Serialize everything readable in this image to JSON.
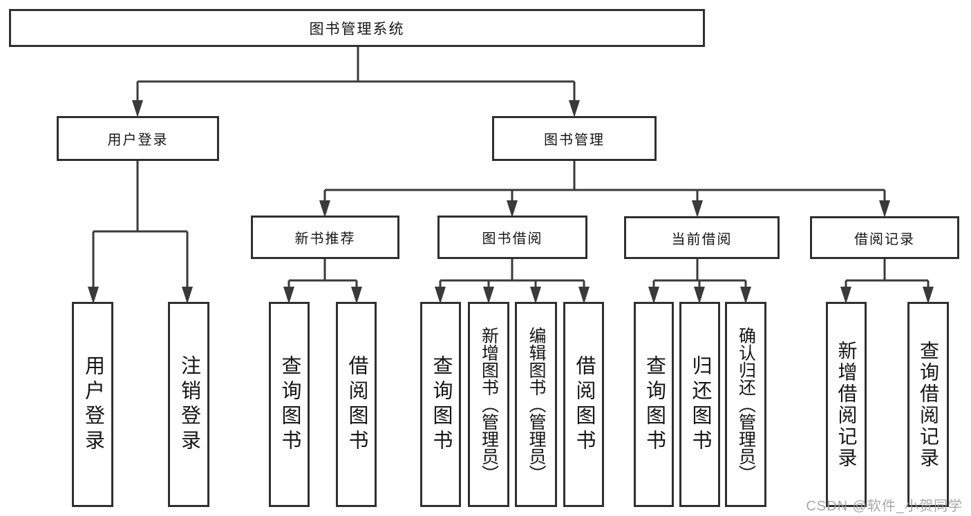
{
  "diagram": {
    "root": {
      "label": "图书管理系统"
    },
    "branches": [
      {
        "label": "用户登录",
        "children": [
          {
            "label": "用户登录"
          },
          {
            "label": "注销登录"
          }
        ]
      },
      {
        "label": "图书管理",
        "children": [
          {
            "label": "新书推荐",
            "children": [
              {
                "label": "查询图书"
              },
              {
                "label": "借阅图书"
              }
            ]
          },
          {
            "label": "图书借阅",
            "children": [
              {
                "label": "查询图书"
              },
              {
                "label": "新增图书（管理员）"
              },
              {
                "label": "编辑图书（管理员）"
              },
              {
                "label": "借阅图书"
              }
            ]
          },
          {
            "label": "当前借阅",
            "children": [
              {
                "label": "查询图书"
              },
              {
                "label": "归还图书"
              },
              {
                "label": "确认归还（管理员）"
              }
            ]
          },
          {
            "label": "借阅记录",
            "children": [
              {
                "label": "新增借阅记录"
              },
              {
                "label": "查询借阅记录"
              }
            ]
          }
        ]
      }
    ]
  },
  "watermark": {
    "text": "CSDN @软件_小贺同学"
  },
  "colors": {
    "line": "#3a3a3a",
    "border": "#2f2f2f",
    "text": "#151515",
    "watermark": "#9e9e9e",
    "background": "#ffffff"
  }
}
